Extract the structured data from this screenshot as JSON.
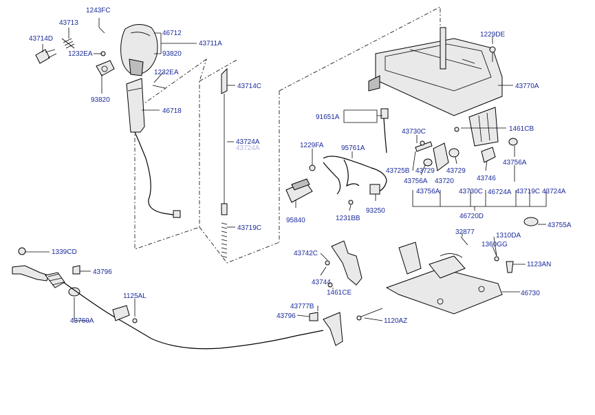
{
  "labels": {
    "p1243FC": "1243FC",
    "p43713": "43713",
    "p43714D": "43714D",
    "p1232EA_a": "1232EA",
    "p46712": "46712",
    "p43711A": "43711A",
    "p93820_a": "93820",
    "p1232EA_b": "1232EA",
    "p93820_b": "93820",
    "p46718": "46718",
    "p43714C": "43714C",
    "p43724A_a": "43724A",
    "p43724A_ghost": "43724A",
    "p43719C": "43719C",
    "p1229DE": "1229DE",
    "p43770A": "43770A",
    "p91651A": "91651A",
    "p43730C_a": "43730C",
    "p1461CB": "1461CB",
    "p1229FA": "1229FA",
    "p95761A": "95761A",
    "p43725B": "43725B",
    "p43729_a": "43729",
    "p43729_b": "43729",
    "p43756A_a": "43756A",
    "p43720": "43720",
    "p43746": "43746",
    "p43756A_b": "43756A",
    "p43730C_b": "43730C",
    "p46724A_a": "46724A",
    "p43719C_b": "43719C",
    "p43724A_b": "43724A",
    "p95840": "95840",
    "p1231BB": "1231BB",
    "p93250": "93250",
    "p46720D": "46720D",
    "p43755A": "43755A",
    "p32877": "32877",
    "p1310DA": "1310DA",
    "p1360GG": "1360GG",
    "p1123AN": "1123AN",
    "p1339CD": "1339CD",
    "p43742C": "43742C",
    "p43796_a": "43796",
    "p43744": "43744",
    "p1461CE": "1461CE",
    "p46730": "46730",
    "p1125AL": "1125AL",
    "p43760A": "43760A",
    "p43777B": "43777B",
    "p43796_b": "43796",
    "p1120AZ": "1120AZ"
  },
  "colors": {
    "label": "#1a2a9a",
    "line": "#000000",
    "part_fill": "#e9e9e9"
  }
}
